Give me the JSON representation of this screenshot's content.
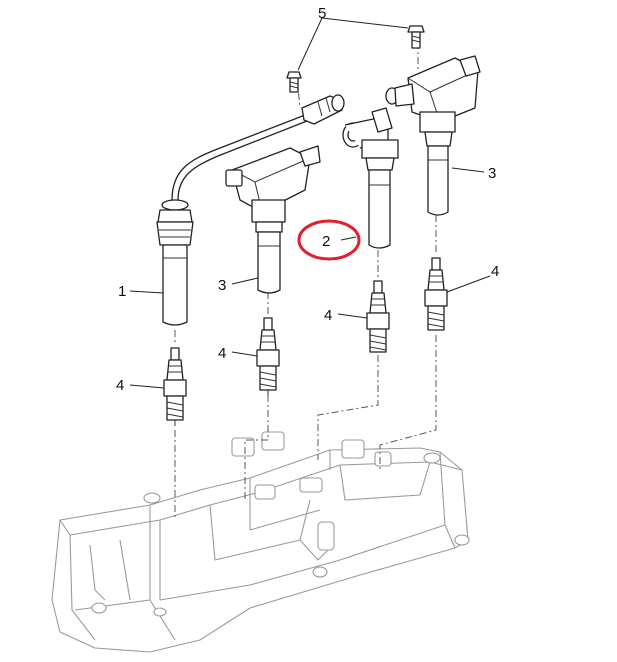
{
  "callouts": {
    "c1": "1",
    "c2": "2",
    "c3a": "3",
    "c3b": "3",
    "c4a": "4",
    "c4b": "4",
    "c4c": "4",
    "c4d": "4",
    "c5": "5"
  },
  "colors": {
    "highlight": "#e0202a",
    "line": "#222222",
    "faint": "#9a9a9a"
  }
}
